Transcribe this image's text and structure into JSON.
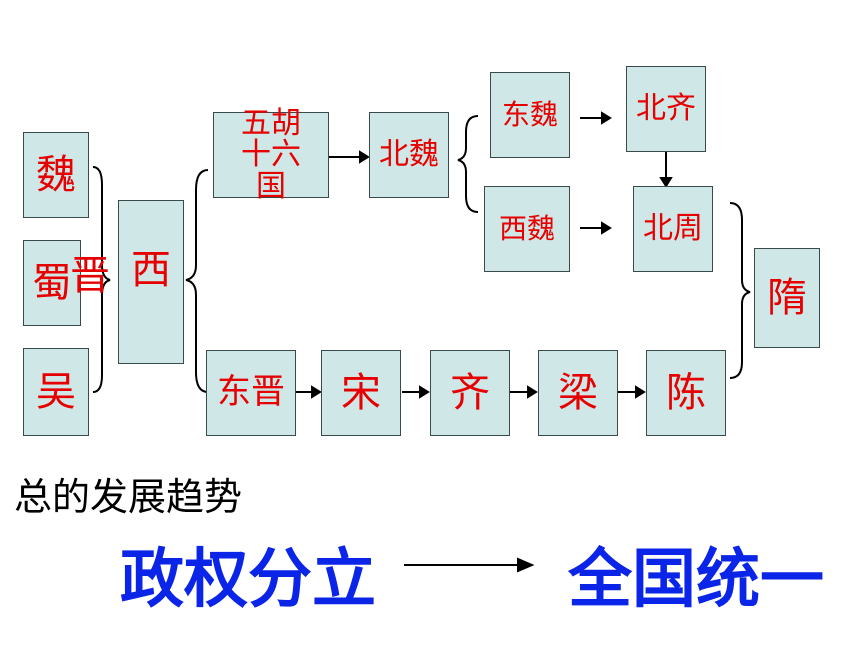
{
  "nodes": {
    "wei": "魏",
    "shu": "蜀",
    "wu": "吴",
    "jin": "晋",
    "xi": "西",
    "wuhu": "五胡十六国",
    "beiwei": "北魏",
    "dongwei": "东魏",
    "xiwei": "西魏",
    "beiqi": "北齐",
    "beizhou": "北周",
    "sui": "隋",
    "dongjin": "东晋",
    "song": "宋",
    "qi": "齐",
    "liang": "梁",
    "chen": "陈"
  },
  "trend_label": "总的发展趋势",
  "from_text": "政权分立",
  "to_text": "全国统一",
  "colors": {
    "box_fill": "#cfe7e7",
    "node_text": "#e60000",
    "bottom_text": "#0a24e8"
  }
}
